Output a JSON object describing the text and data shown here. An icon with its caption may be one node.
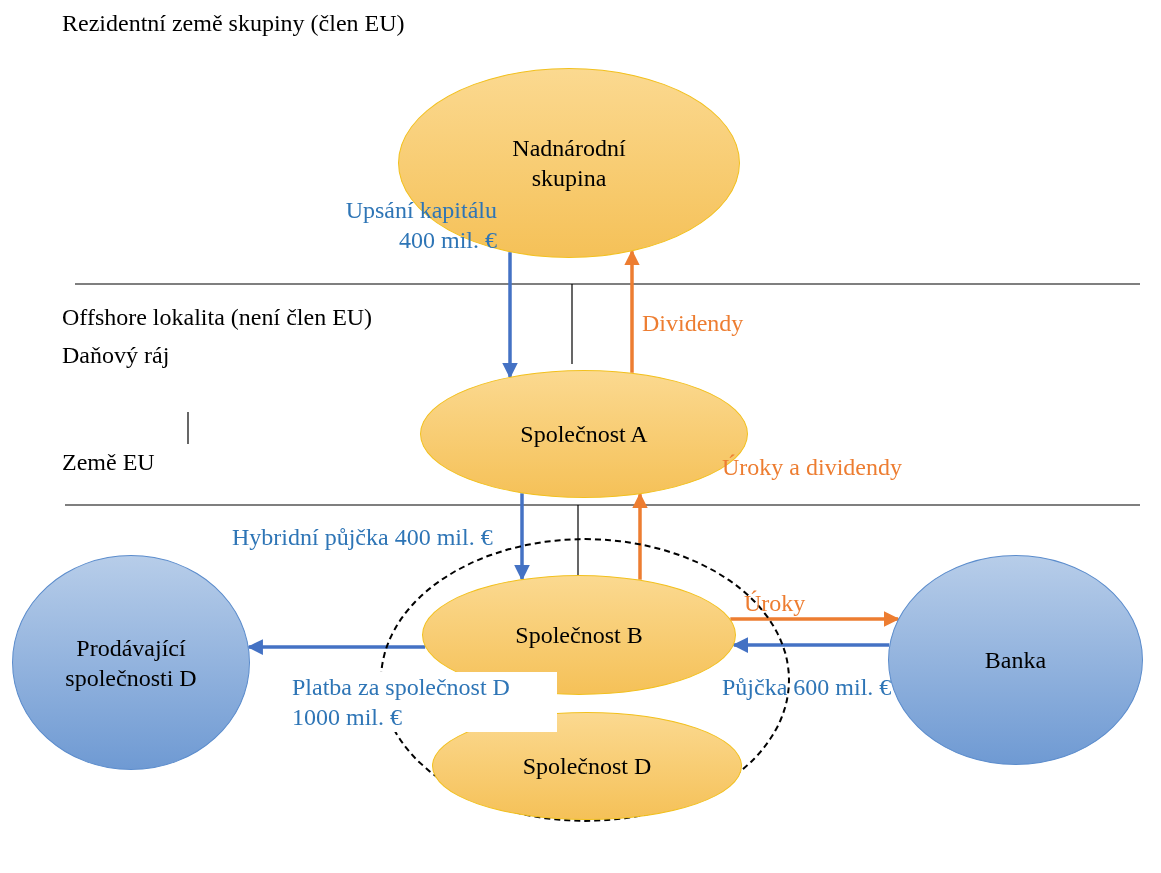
{
  "diagram": {
    "nodes": [
      {
        "text": [
          "Nadnárodní skupina"
        ]
      },
      {
        "text": [
          "Společnost A"
        ]
      },
      {
        "text": [],
        "shape": "circle"
      },
      {
        "text": [
          "Společnost B"
        ],
        "in": 2
      },
      {
        "text": [
          "Společnost D"
        ],
        "in": 2
      },
      {
        "text": [
          "Prodávající společnosti D"
        ]
      },
      {
        "text": [
          "Banka"
        ]
      }
    ],
    "edges": [
      {
        "from": 0,
        "to": 1,
        "arrow": "to",
        "label": "Upsání kapitálu 400 mil. €"
      },
      {
        "from": 1,
        "to": 0,
        "arrow": "to",
        "label": "Dividendy",
        "color": "#ed7d31"
      },
      {
        "from": 1,
        "to": 3,
        "arrow": "to",
        "label": "Hybridní půjčka 400 mil. €"
      },
      {
        "from": 3,
        "to": 1,
        "arrow": "to",
        "label": "Úroky a dividendy",
        "color": "#ed7d31"
      },
      {
        "from": 3,
        "to": 5,
        "arrow": "to",
        "label": "Platba za společnost D 1000 mil. €"
      },
      {
        "from": 3,
        "to": 6,
        "arrow": "to",
        "label": "Úroky",
        "color": "#ed7d31"
      },
      {
        "from": 6,
        "to": 3,
        "arrow": "to",
        "label": "Půjčka 600 mil. €"
      }
    ],
    "labels": [
      "Rezidentní země skupiny (člen EU)",
      "Offshore lokalita (není člen EU)",
      "Daňový ráj",
      "Země EU"
    ]
  }
}
